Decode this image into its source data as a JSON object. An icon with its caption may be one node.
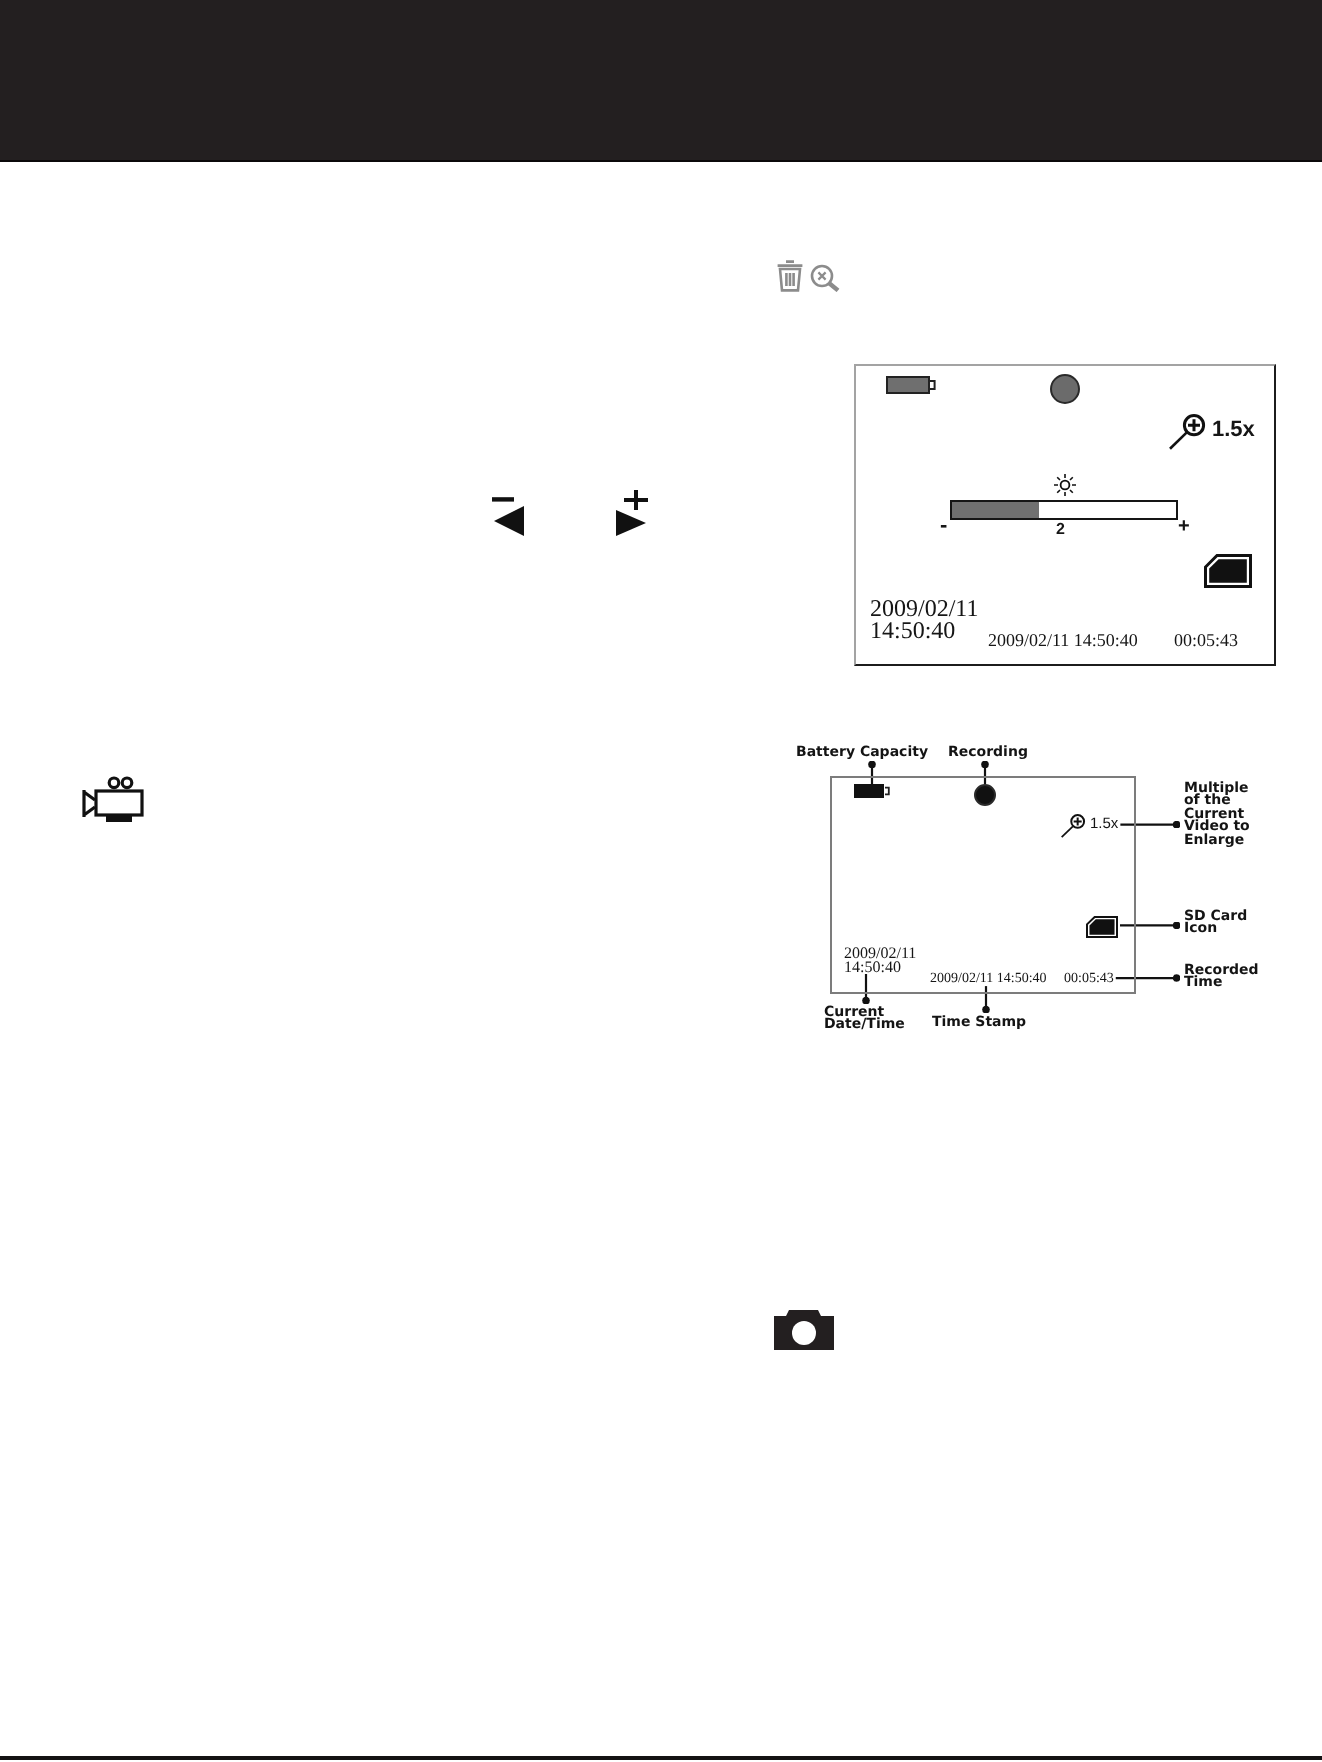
{
  "diagram": {
    "nodes": [
      {
        "text": [
          "1.5x",
          "-",
          "2",
          "+",
          "2009/02/11 14:50:40",
          "2009/02/11 14:50:40",
          "00:05:43"
        ]
      },
      {
        "text": [
          "Battery Capacity"
        ]
      },
      {
        "text": [
          "Recording"
        ]
      },
      {
        "text": [],
        "shape": "box"
      },
      {
        "text": [],
        "shape": "bar",
        "in": 3
      },
      {
        "text": [],
        "shape": "circle",
        "in": 3
      },
      {
        "text": [
          "1.5x"
        ],
        "in": 3
      },
      {
        "text": [],
        "shape": "picture",
        "in": 3
      },
      {
        "text": [
          "2009/02/11 14:50:40"
        ],
        "in": 3
      },
      {
        "text": [
          "2009/02/11 14:50:40"
        ],
        "in": 3
      },
      {
        "text": [
          "00:05:43"
        ],
        "in": 3
      },
      {
        "text": [
          "Multiple of the Current Video to Enlarge"
        ]
      },
      {
        "text": [
          "SD Card Icon"
        ]
      },
      {
        "text": [
          "Recorded Time"
        ]
      },
      {
        "text": [
          "Current Date/Time"
        ]
      },
      {
        "text": [
          "Time Stamp"
        ]
      }
    ],
    "edges": [
      {
        "from": 1,
        "to": 4,
        "arrow": "other"
      },
      {
        "from": 2,
        "to": 5,
        "arrow": "other"
      },
      {
        "from": 11,
        "to": 6,
        "arrow": "other"
      },
      {
        "from": 12,
        "to": 7,
        "arrow": "other"
      },
      {
        "from": 13,
        "to": 10,
        "arrow": "other"
      },
      {
        "from": 14,
        "to": 8,
        "arrow": "other"
      },
      {
        "from": 15,
        "to": 9,
        "arrow": "other"
      }
    ]
  }
}
